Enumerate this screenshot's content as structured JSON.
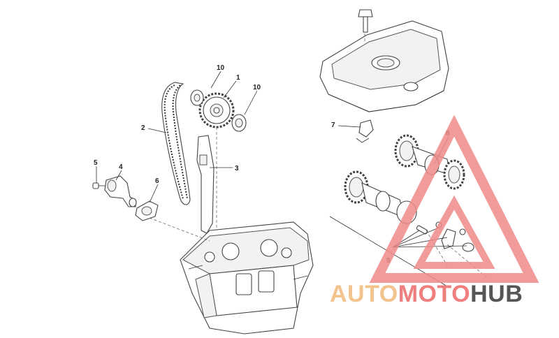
{
  "callouts": {
    "c1": "1",
    "c2": "2",
    "c3": "3",
    "c4": "4",
    "c5": "5",
    "c6": "6",
    "c7": "7",
    "c8": "8",
    "c9": "9",
    "c10a": "10",
    "c10b": "10"
  },
  "watermark": {
    "part1": "AUTO",
    "part2": "MOTO",
    "part3": "HUB",
    "color1": "#f3c38d",
    "color2": "#ef7f7f",
    "color3": "#555555"
  }
}
